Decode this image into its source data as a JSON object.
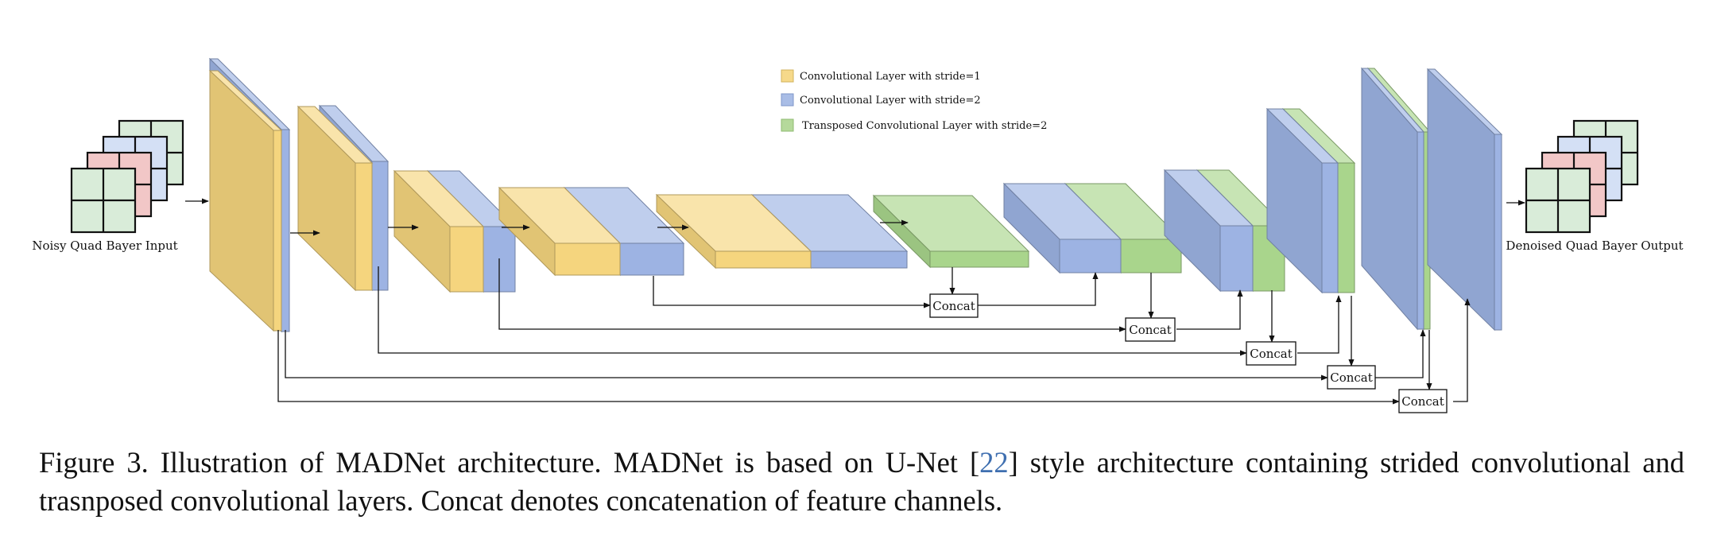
{
  "diagram": {
    "input_label": "Noisy Quad Bayer Input",
    "output_label": "Denoised Quad Bayer Output",
    "concat_label": "Concat",
    "legend": [
      {
        "label": "Convolutional Layer with stride=1",
        "color": "#f6d98a"
      },
      {
        "label": "Convolutional Layer with stride=2",
        "color": "#a9bde6"
      },
      {
        "label": "Transposed Convolutional Layer with stride=2",
        "color": "#b5d99b"
      }
    ],
    "colors": {
      "yellow": "#f5d57e",
      "blue": "#9db3e3",
      "green": "#a9d58c",
      "bayer_green": "#d9ecd9",
      "bayer_red": "#f2c7c7",
      "bayer_blue": "#d4e0f5"
    }
  },
  "caption": {
    "prefix": "Figure 3.  Illustration of MADNet architecture.  MADNet is based on U-Net [",
    "ref": "22",
    "suffix": "] style architecture containing strided convolutional and trasnposed convolutional layers. Concat denotes concatenation of feature channels."
  }
}
